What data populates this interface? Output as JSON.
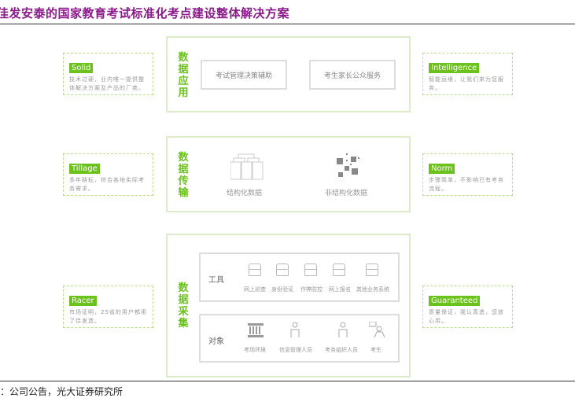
{
  "title": "佳发安泰的国家教育考试标准化考点建设整体解决方案",
  "footer": "：公司公告，光大证券研究所",
  "layers": {
    "application": {
      "label": [
        "数",
        "据",
        "应",
        "用"
      ],
      "items": [
        "考试管理决策辅助",
        "考生家长公众服务"
      ]
    },
    "transmission": {
      "label": [
        "数",
        "据",
        "传",
        "输"
      ],
      "items": [
        "结构化数据",
        "非结构化数据"
      ]
    },
    "collection": {
      "label": [
        "数",
        "据",
        "采",
        "集"
      ],
      "tools": {
        "label": "工具",
        "items": [
          "网上巡查",
          "身份验证",
          "作弊防控",
          "网上报名",
          "其他业务系统"
        ]
      },
      "objects": {
        "label": "对象",
        "items": [
          "考场环境",
          "信息管理人员",
          "考务组织人员",
          "考生"
        ]
      }
    }
  },
  "left_cards": [
    {
      "tag": "Solid",
      "desc": "技术过硬，业内唯一提供整体解决方案及产品的厂商。"
    },
    {
      "tag": "Tillage",
      "desc": "多年耕耘，符合各地实际考务需求。"
    },
    {
      "tag": "Racer",
      "desc": "市场证明，25省的用户都用了佳发造。"
    }
  ],
  "right_cards": [
    {
      "tag": "Intelligence",
      "desc": "智能运维，让我们来为您服务。"
    },
    {
      "tag": "Norm",
      "desc": "步骤简单，不影响已有考务流程。"
    },
    {
      "tag": "Guaranteed",
      "desc": "质量保证，我认真造，您放心用。"
    }
  ],
  "colors": {
    "accent": "#6ac21a",
    "title": "#8b1a8b"
  }
}
